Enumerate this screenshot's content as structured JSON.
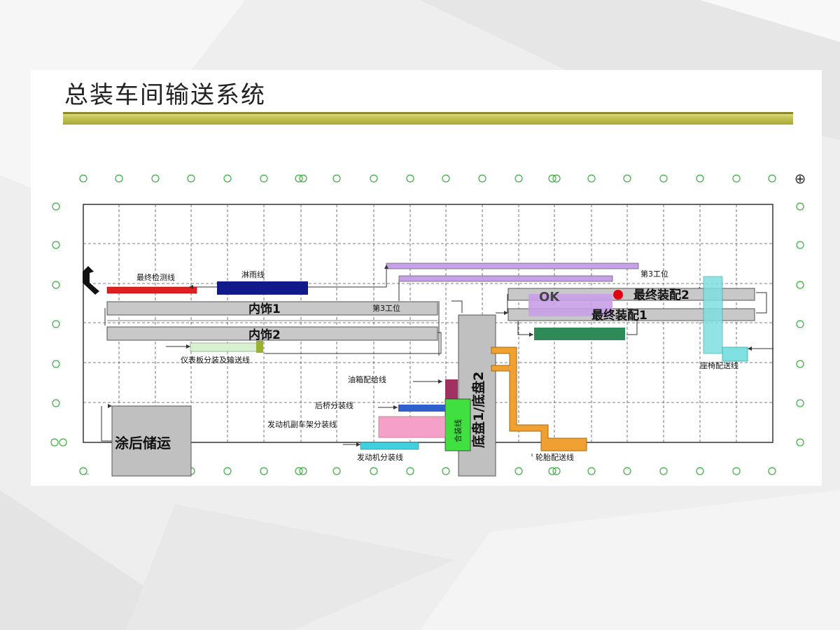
{
  "slide": {
    "title": "总装车间输送系统"
  },
  "diagram": {
    "north_symbol": "⊕",
    "lines": {
      "final_inspection": "最终检测线",
      "rain_test": "淋雨线",
      "trim1": "内饰1",
      "trim2": "内饰2",
      "station3_left": "第3工位",
      "station3_right": "第3工位",
      "ok": "OK",
      "final_assembly2": "最终装配2",
      "final_assembly1": "最终装配1",
      "seat_line": "座椅配送线",
      "dashboard_line": "仪表板分装及输送线",
      "fuel_tank_line": "油箱配给线",
      "front_axle_line": "后桥分装线",
      "engine_subframe_line": "发动机副车架分装线",
      "engine_line": "发动机分装线",
      "chassis": "底盘1/底盘2",
      "sub_assembly": "合装线",
      "tire_line": "轮胎配送线",
      "paint_storage": "涂后储运"
    },
    "colors": {
      "final_inspection": "#e02020",
      "rain_test": "#101a8a",
      "trim": "#c8c8c8",
      "purple": "#c8a0e8",
      "teal": "#80e0e0",
      "green": "#2e8b57",
      "red_dot": "#e00010",
      "fuel": "#a03060",
      "blue": "#3060d0",
      "pink": "#f4a0c8",
      "cyan": "#40d0e0",
      "lime": "#40e040",
      "orange": "#f0a030",
      "gray": "#c0c0c0",
      "grid_marker": "#3cb040"
    }
  }
}
